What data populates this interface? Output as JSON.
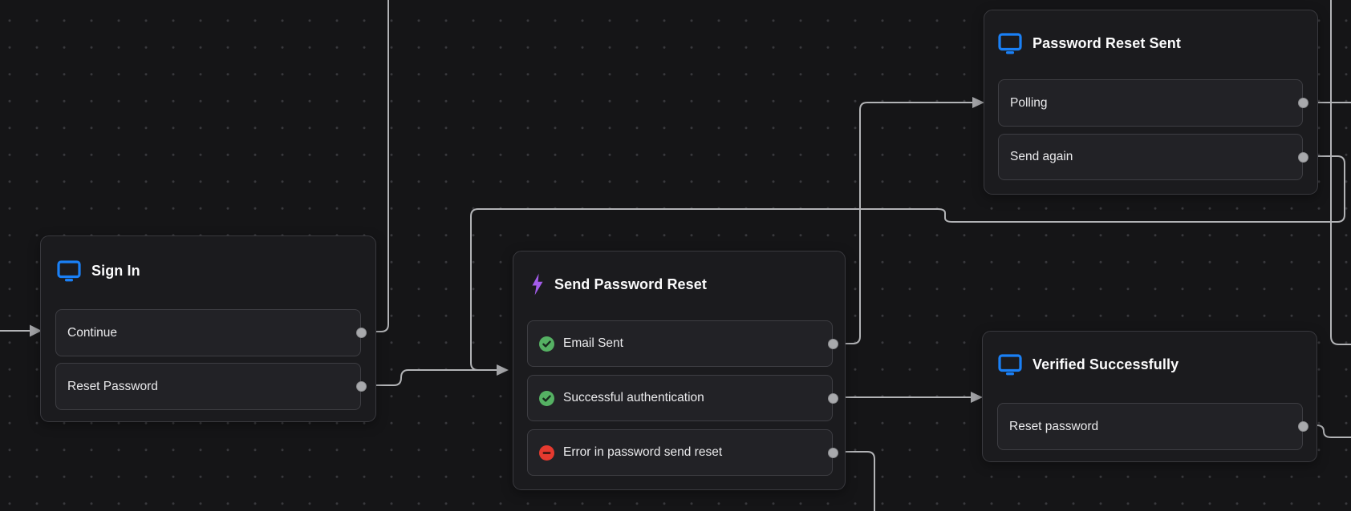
{
  "app": {
    "type": "flow-editor-canvas",
    "theme": "dark"
  },
  "colors": {
    "canvas_background": "#151517",
    "grid_dot": "#39393d",
    "node_background": "#1b1b1e",
    "node_border": "#39393e",
    "card_background": "#222226",
    "card_border": "#3e3e43",
    "wire": "#b2b3b6",
    "port": "#a8a9ac",
    "screen_icon_blue": "#1a80f6",
    "lightning_icon_purple": "#a35cea",
    "success_green": "#55b163",
    "error_red": "#e63a2f",
    "title_text": "#fbfbfc",
    "item_text": "#eaeaec"
  },
  "canvas": {
    "nodes": [
      {
        "id": "sign-in",
        "title": "Sign In",
        "icon": "screen-icon",
        "items": [
          {
            "label": "Continue",
            "has_output_port": true
          },
          {
            "label": "Reset Password",
            "has_output_port": true
          }
        ],
        "has_input_arrow": true
      },
      {
        "id": "send-password-reset",
        "title": "Send Password Reset",
        "icon": "lightning-icon",
        "items": [
          {
            "label": "Email Sent",
            "status": "success",
            "has_output_port": true
          },
          {
            "label": "Successful authentication",
            "status": "success",
            "has_output_port": true
          },
          {
            "label": "Error in password send reset",
            "status": "error",
            "has_output_port": true
          }
        ],
        "has_input_arrow": true
      },
      {
        "id": "password-reset-sent",
        "title": "Password Reset Sent",
        "icon": "screen-icon",
        "items": [
          {
            "label": "Polling",
            "has_output_port": true
          },
          {
            "label": "Send again",
            "has_output_port": true
          }
        ],
        "has_input_arrow": true
      },
      {
        "id": "verified-successfully",
        "title": "Verified Successfully",
        "icon": "screen-icon",
        "items": [
          {
            "label": "Reset password",
            "has_output_port": true
          }
        ],
        "has_input_arrow": true
      }
    ],
    "edges": [
      {
        "from": "offscreen-left",
        "to": "sign-in.input"
      },
      {
        "from": "sign-in.Continue",
        "to": "offscreen-top"
      },
      {
        "from": "sign-in.Reset Password",
        "to": "send-password-reset.input"
      },
      {
        "from": "send-password-reset.Email Sent",
        "to": "password-reset-sent.input"
      },
      {
        "from": "send-password-reset.Successful authentication",
        "to": "verified-successfully.input"
      },
      {
        "from": "send-password-reset.Error in password send reset",
        "to": "offscreen-bottom"
      },
      {
        "from": "password-reset-sent.Polling",
        "to": "offscreen-right"
      },
      {
        "from": "password-reset-sent.Send again",
        "to": "send-password-reset.input"
      },
      {
        "from": "verified-successfully.Reset password",
        "to": "offscreen-right"
      },
      {
        "from": "offscreen-top",
        "to": "offscreen-right"
      }
    ]
  }
}
